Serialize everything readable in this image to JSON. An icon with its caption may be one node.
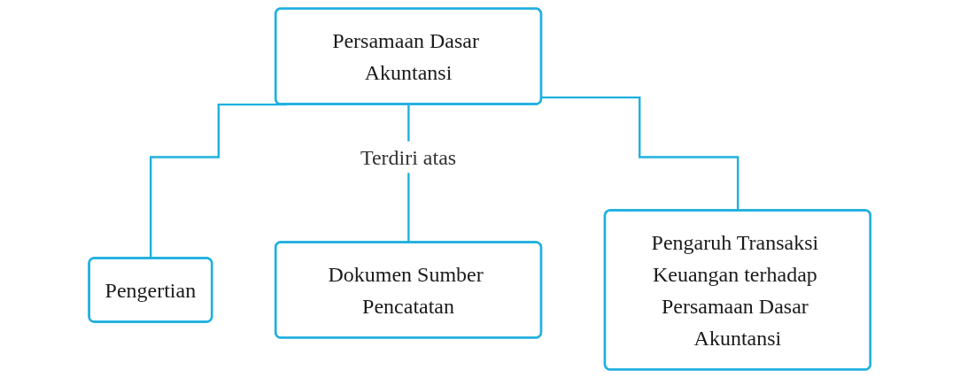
{
  "diagram": {
    "nodes": [
      {
        "text": [
          "Persamaan Dasar Akuntansi"
        ]
      },
      {
        "text": [
          "Pengertian"
        ]
      },
      {
        "text": [
          "Dokumen Sumber Pencatatan"
        ]
      },
      {
        "text": [
          "Pengaruh Transaksi Keuangan terhadap Persamaan Dasar Akuntansi"
        ]
      }
    ],
    "edges": [
      {
        "from": 0,
        "to": 1,
        "arrow": "none"
      },
      {
        "from": 0,
        "to": 2,
        "arrow": "none",
        "label": "Terdiri atas"
      },
      {
        "from": 0,
        "to": 3,
        "arrow": "none"
      }
    ]
  }
}
